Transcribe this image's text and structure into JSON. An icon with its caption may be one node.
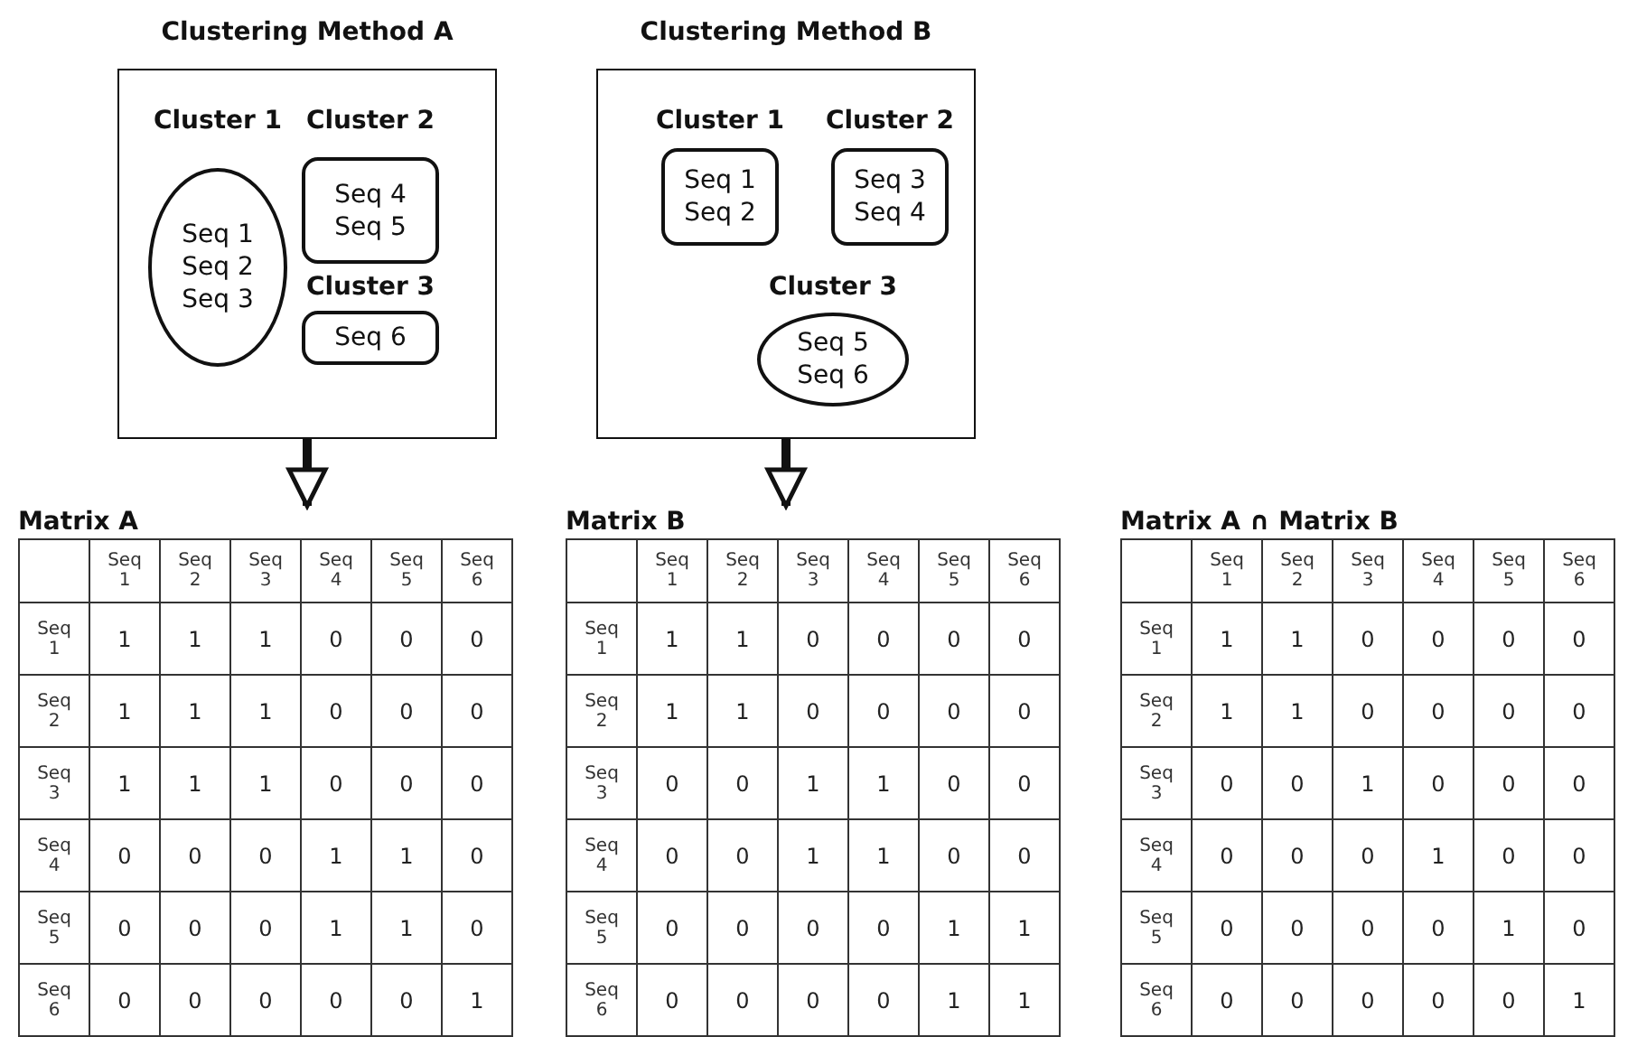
{
  "diagram": {
    "nodes": [
      {
        "text": [
          "Clustering Method A"
        ]
      },
      {
        "text": [
          "Cluster 1",
          "Seq 1 Seq 2 Seq 3"
        ],
        "in": 0
      },
      {
        "text": [
          "Cluster 2",
          "Seq 4 Seq 5"
        ],
        "in": 0
      },
      {
        "text": [
          "Cluster 3",
          "Seq 6"
        ],
        "in": 0
      },
      {
        "text": [
          "Clustering Method B"
        ]
      },
      {
        "text": [
          "Cluster 1",
          "Seq 1 Seq 2"
        ],
        "in": 4
      },
      {
        "text": [
          "Cluster 2",
          "Seq 3 Seq 4"
        ],
        "in": 4
      },
      {
        "text": [
          "Cluster 3",
          "Seq 5 Seq 6"
        ],
        "in": 4
      },
      {
        "text": [
          "Matrix A"
        ]
      },
      {
        "text": [
          "Matrix B"
        ]
      },
      {
        "text": [
          "Matrix A ∩ Matrix B"
        ]
      }
    ],
    "edges": [
      {
        "from": 0,
        "to": 8,
        "arrow": "to"
      },
      {
        "from": 4,
        "to": 9,
        "arrow": "to"
      }
    ],
    "labels": [
      "Seq 1",
      "Seq 2",
      "Seq 3",
      "Seq 4",
      "Seq 5",
      "Seq 6",
      "Seq 1",
      "1",
      "1",
      "1",
      "0",
      "0",
      "0",
      "Seq 2",
      "1",
      "1",
      "1",
      "0",
      "0",
      "0",
      "Seq 3",
      "1",
      "1",
      "1",
      "0",
      "0",
      "0",
      "Seq 4",
      "0",
      "0",
      "0",
      "1",
      "1",
      "0",
      "Seq 5",
      "0",
      "0",
      "0",
      "1",
      "1",
      "0",
      "Seq 6",
      "0",
      "0",
      "0",
      "0",
      "0",
      "1",
      "Seq 1",
      "Seq 2",
      "Seq 3",
      "Seq 4",
      "Seq 5",
      "Seq 6",
      "Seq 1",
      "1",
      "1",
      "0",
      "0",
      "0",
      "0",
      "Seq 2",
      "1",
      "1",
      "0",
      "0",
      "0",
      "0",
      "Seq 3",
      "0",
      "0",
      "1",
      "1",
      "0",
      "0",
      "Seq 4",
      "0",
      "0",
      "1",
      "1",
      "0",
      "0",
      "Seq 5",
      "0",
      "0",
      "0",
      "0",
      "1",
      "1",
      "Seq 6",
      "0",
      "0",
      "0",
      "0",
      "1",
      "1",
      "Seq 1",
      "Seq 2",
      "Seq 3",
      "Seq 4",
      "Seq 5",
      "Seq 6",
      "Seq 1",
      "1",
      "1",
      "0",
      "0",
      "0",
      "0",
      "Seq 2",
      "1",
      "1",
      "0",
      "0",
      "0",
      "0",
      "Seq 3",
      "0",
      "0",
      "1",
      "0",
      "0",
      "0",
      "Seq 4",
      "0",
      "0",
      "0",
      "1",
      "0",
      "0",
      "Seq 5",
      "0",
      "0",
      "0",
      "0",
      "1",
      "0",
      "Seq 6",
      "0",
      "0",
      "0",
      "0",
      "0",
      "1"
    ]
  }
}
